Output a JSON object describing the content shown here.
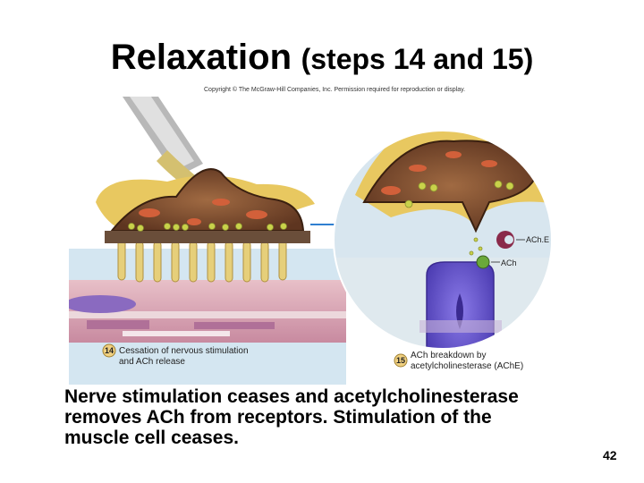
{
  "slide": {
    "title_main": "Relaxation",
    "title_sub": "(steps 14 and 15)",
    "copyright": "Copyright © The McGraw-Hill Companies, Inc. Permission required for reproduction or display.",
    "caption_lines": [
      "Nerve stimulation ceases and acetylcholinesterase",
      "removes ACh from receptors. Stimulation of the",
      "muscle cell ceases."
    ],
    "page_number": "42"
  },
  "figure": {
    "step14": {
      "number": "14",
      "line1": "Cessation of nervous stimulation",
      "line2": "and ACh release"
    },
    "step15": {
      "number": "15",
      "line1": "ACh breakdown by",
      "line2": "acetylcholinesterase (AChE)"
    },
    "labels": {
      "ache": "ACh.E",
      "ach": "ACh"
    }
  },
  "colors": {
    "background_blue": "#d4e6f1",
    "axon_terminal": "#7a4a2e",
    "sheath": "#c8a04a",
    "vesicle": "#c9d24a",
    "mitochondria": "#d2603a",
    "receptor": "#6a5ad0",
    "arrow": "#2f7fd0"
  }
}
